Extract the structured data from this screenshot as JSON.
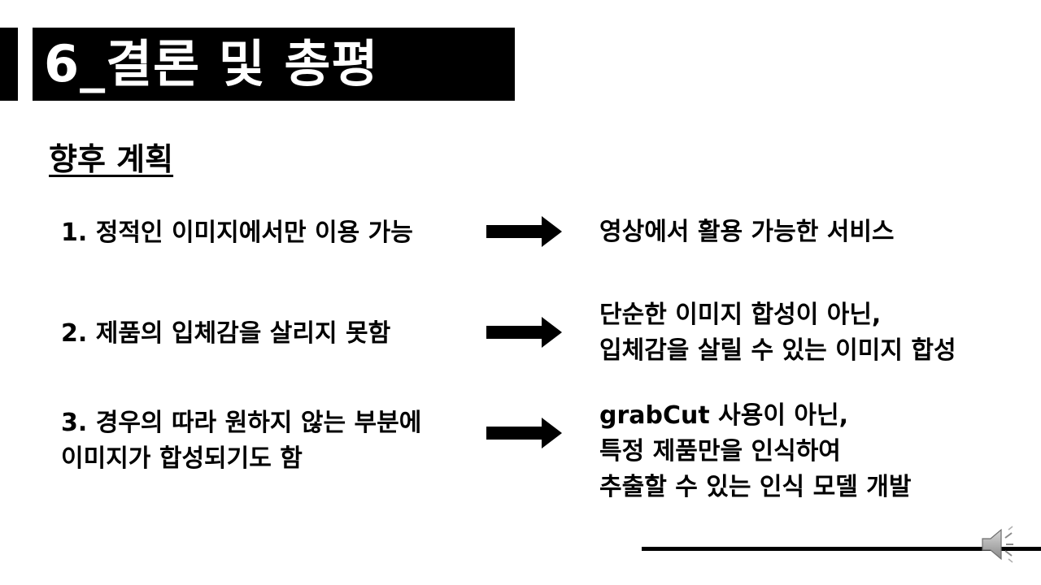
{
  "slide": {
    "title": "6_결론 및 총평",
    "section_heading": "향후 계획",
    "rows": [
      {
        "left_lines": [
          "1. 정적인 이미지에서만 이용 가능"
        ],
        "right_lines": [
          "영상에서 활용 가능한 서비스"
        ]
      },
      {
        "left_lines": [
          "2. 제품의 입체감을 살리지 못함"
        ],
        "right_lines": [
          "단순한 이미지 합성이 아닌,",
          "입체감을 살릴 수 있는 이미지 합성"
        ]
      },
      {
        "left_lines": [
          "3. 경우의 따라 원하지 않는 부분에",
          "이미지가 합성되기도 함"
        ],
        "right_lines": [
          "grabCut 사용이 아닌,",
          "특정 제품만을 인식하여",
          "추출할 수 있는 인식 모델 개발"
        ]
      }
    ],
    "icons": {
      "arrow": "right-arrow-icon",
      "audio": "speaker-icon"
    },
    "colors": {
      "title_bg": "#000000",
      "title_text": "#ffffff",
      "body_text": "#000000"
    }
  }
}
